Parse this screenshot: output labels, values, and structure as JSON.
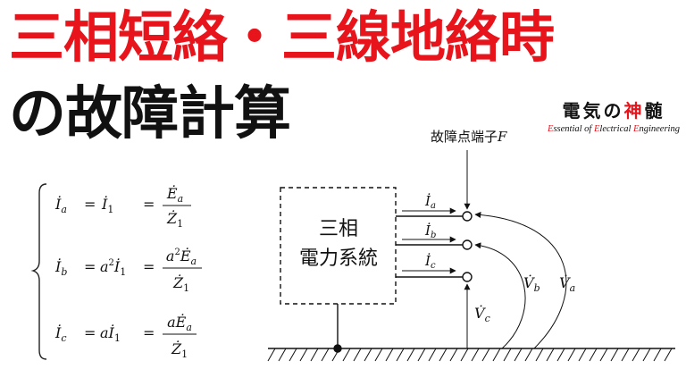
{
  "title": {
    "line1": "三相短絡・三線地絡時",
    "line2": "の故障計算"
  },
  "brand": {
    "jp_before": "電気の",
    "jp_highlight": "神",
    "jp_after": "髄",
    "en_e1": "E",
    "en_rest1": "ssential of ",
    "en_e2": "E",
    "en_rest2": "lectrical ",
    "en_e3": "E",
    "en_rest3": "ngineering"
  },
  "equations": [
    {
      "lhs": "İ",
      "lhs_sub": "a",
      "mid_coef": "",
      "mid_sup": "",
      "mid_var": "İ",
      "mid_sub": "1",
      "num_coef": "",
      "num_sup": "",
      "num_var": "Ė",
      "num_sub": "a",
      "den_var": "Ż",
      "den_sub": "1"
    },
    {
      "lhs": "İ",
      "lhs_sub": "b",
      "mid_coef": "a",
      "mid_sup": "2",
      "mid_var": "İ",
      "mid_sub": "1",
      "num_coef": "a",
      "num_sup": "2",
      "num_var": "Ė",
      "num_sub": "a",
      "den_var": "Ż",
      "den_sub": "1"
    },
    {
      "lhs": "İ",
      "lhs_sub": "c",
      "mid_coef": "a",
      "mid_sup": "",
      "mid_var": "İ",
      "mid_sub": "1",
      "num_coef": "a",
      "num_sup": "",
      "num_var": "Ė",
      "num_sub": "a",
      "den_var": "Ż",
      "den_sub": "1"
    }
  ],
  "diagram": {
    "fault_label_text": "故障点端子",
    "fault_label_var": "F",
    "system_line1": "三相",
    "system_line2": "電力系統",
    "currents": [
      {
        "var": "İ",
        "sub": "a"
      },
      {
        "var": "İ",
        "sub": "b"
      },
      {
        "var": "İ",
        "sub": "c"
      }
    ],
    "voltages": [
      {
        "var": "V̇",
        "sub": "a"
      },
      {
        "var": "V̇",
        "sub": "b"
      },
      {
        "var": "V̇",
        "sub": "c"
      }
    ]
  }
}
